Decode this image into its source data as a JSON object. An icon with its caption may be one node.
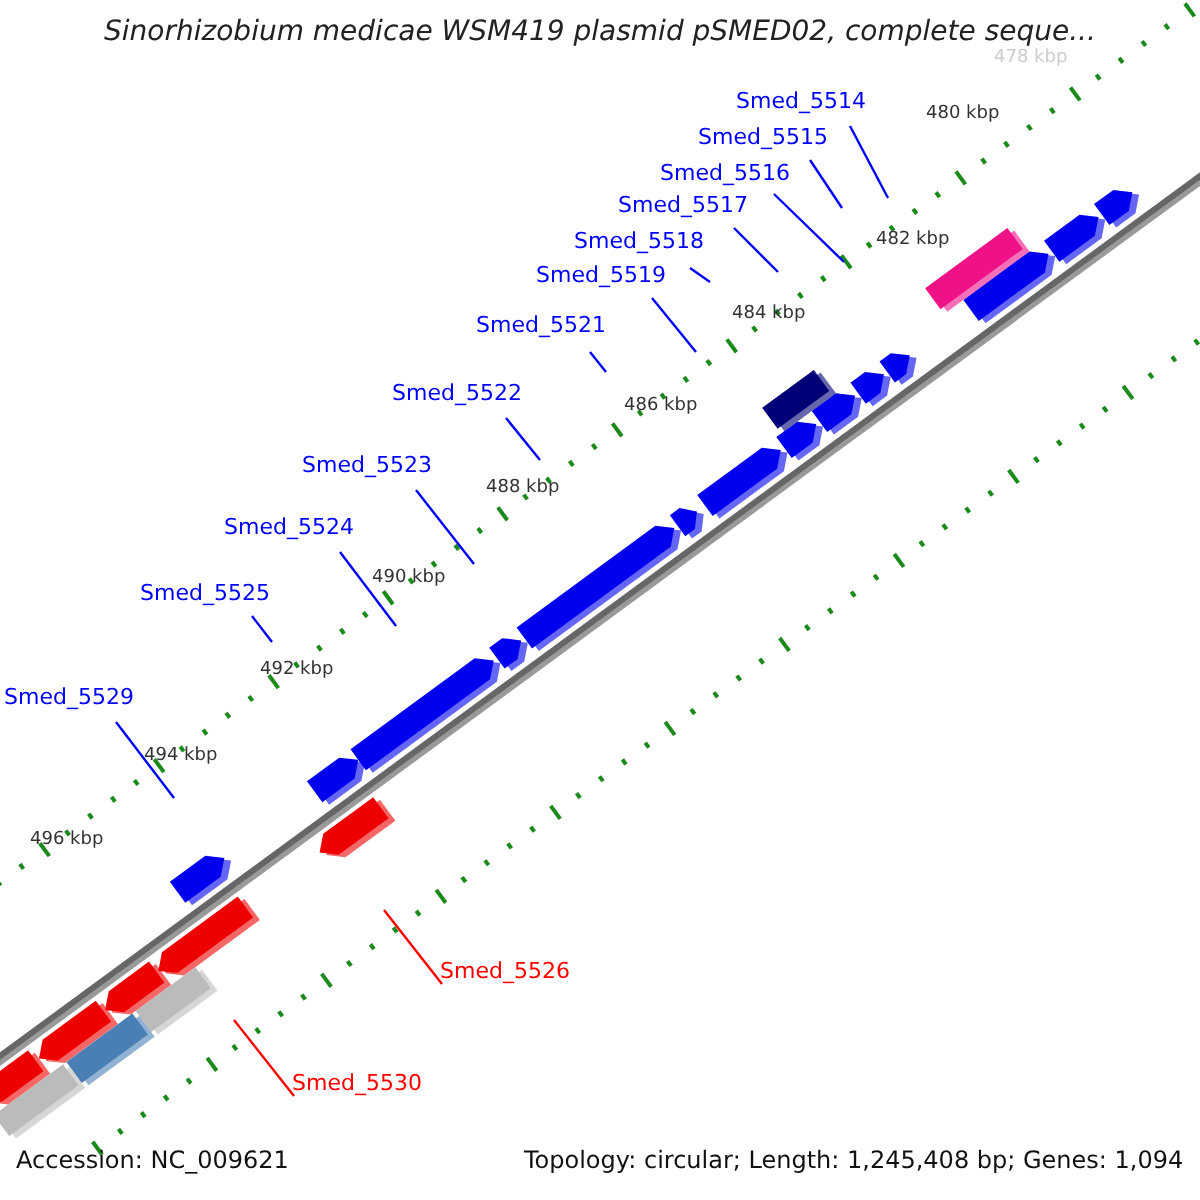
{
  "diagram": {
    "title": "Sinorhizobium medicae WSM419 plasmid pSMED02, complete seque...",
    "nodes": [
      {
        "text": [
          "Smed_5514"
        ]
      },
      {
        "text": [
          "Smed_5515"
        ]
      },
      {
        "text": [
          "Smed_5516"
        ]
      },
      {
        "text": [
          "Smed_5517"
        ]
      },
      {
        "text": [
          "Smed_5518"
        ]
      },
      {
        "text": [
          "Smed_5519"
        ]
      },
      {
        "text": [
          "Smed_5521"
        ]
      },
      {
        "text": [
          "Smed_5522"
        ]
      },
      {
        "text": [
          "Smed_5523"
        ]
      },
      {
        "text": [
          "Smed_5524"
        ]
      },
      {
        "text": [
          "Smed_5525"
        ]
      },
      {
        "text": [
          "Smed_5529"
        ]
      },
      {
        "text": [
          "Smed_5526"
        ]
      },
      {
        "text": [
          "Smed_5530"
        ]
      }
    ],
    "edges": [
      {
        "from": 0,
        "to": null,
        "arrow": "none"
      },
      {
        "from": 1,
        "to": null,
        "arrow": "none"
      },
      {
        "from": 2,
        "to": null,
        "arrow": "none"
      },
      {
        "from": 3,
        "to": null,
        "arrow": "none"
      },
      {
        "from": 4,
        "to": null,
        "arrow": "none"
      },
      {
        "from": 5,
        "to": null,
        "arrow": "none"
      },
      {
        "from": 6,
        "to": null,
        "arrow": "none"
      },
      {
        "from": 7,
        "to": null,
        "arrow": "none"
      },
      {
        "from": 8,
        "to": null,
        "arrow": "none"
      },
      {
        "from": 9,
        "to": null,
        "arrow": "none"
      },
      {
        "from": 10,
        "to": null,
        "arrow": "none"
      },
      {
        "from": 11,
        "to": null,
        "arrow": "none"
      },
      {
        "from": 12,
        "to": null,
        "arrow": "none",
        "color": "#ff0000"
      },
      {
        "from": 13,
        "to": null,
        "arrow": "none",
        "color": "#ff0000"
      }
    ],
    "labels": [
      "478 kbp",
      "480 kbp",
      "482 kbp",
      "484 kbp",
      "486 kbp",
      "488 kbp",
      "490 kbp",
      "492 kbp",
      "494 kbp",
      "496 kbp",
      "Accession: NC_009621",
      "Topology: circular; Length: 1,245,408 bp; Genes: 1,094"
    ]
  }
}
